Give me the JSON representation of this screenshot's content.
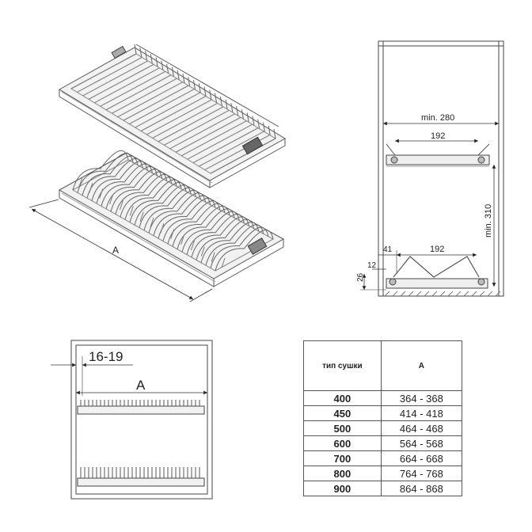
{
  "dimensions": {
    "iso_a": "A",
    "side_min_width": "min. 280",
    "side_min_height": "min. 310",
    "top_rack_inner": "192",
    "bottom_rack_inner": "192",
    "bottom_offset": "41",
    "bottom_gap": "12",
    "bottom_height": "26",
    "front_gap": "16-19",
    "front_a": "A"
  },
  "table": {
    "headers": [
      "тип сушки",
      "A"
    ],
    "rows": [
      [
        "400",
        "364 - 368"
      ],
      [
        "450",
        "414 - 418"
      ],
      [
        "500",
        "464 - 468"
      ],
      [
        "600",
        "564 - 568"
      ],
      [
        "700",
        "664 - 668"
      ],
      [
        "800",
        "764 - 768"
      ],
      [
        "900",
        "864 - 868"
      ]
    ]
  }
}
